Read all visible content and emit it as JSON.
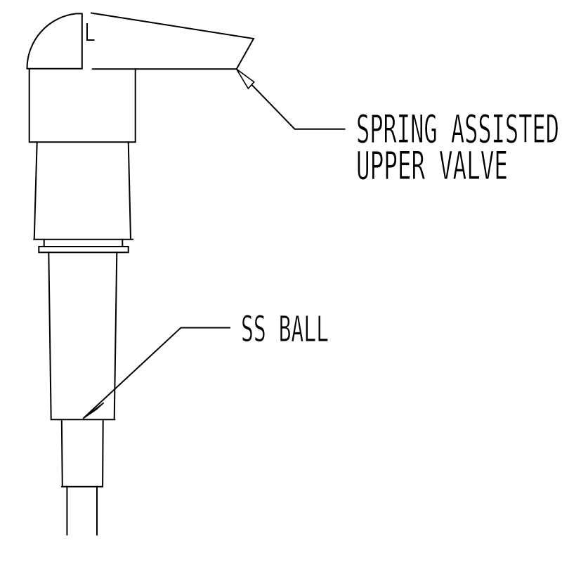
{
  "figure": {
    "kind": "technical line drawing of a hand pump assembly",
    "background_color": "#ffffff",
    "line_color": "#000000"
  },
  "callouts": {
    "upper_valve": {
      "line1": "SPRING ASSISTED",
      "line2": "UPPER VALVE"
    },
    "ss_ball": {
      "label": "SS BALL"
    }
  }
}
